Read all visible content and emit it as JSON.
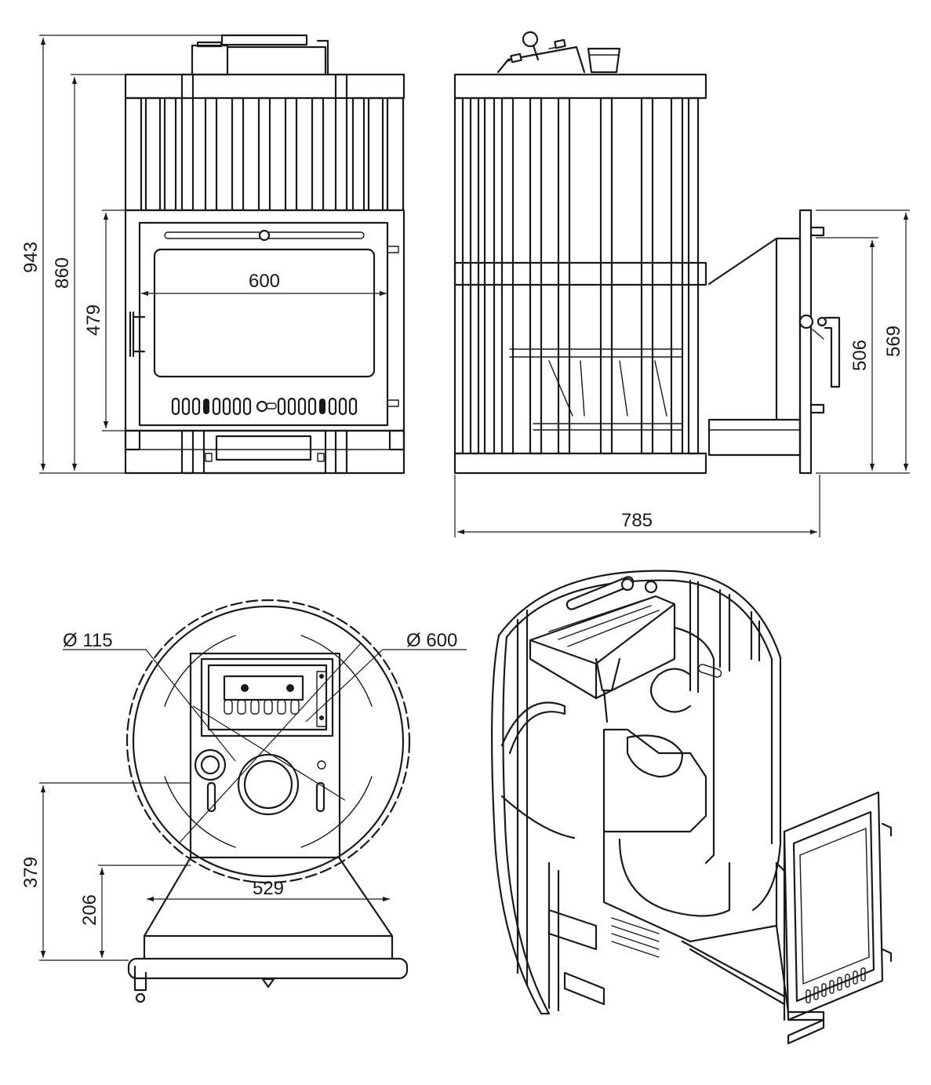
{
  "dimensions": {
    "front_height_total": "943",
    "front_height_body": "860",
    "front_door_height": "479",
    "front_glass_width": "600",
    "side_depth": "785",
    "side_door_height": "506",
    "side_box_height": "569",
    "top_pipe_diameter": "Ø 115",
    "top_body_diameter": "Ø 600",
    "top_offset_379": "379",
    "top_offset_206": "206",
    "top_width_529": "529"
  }
}
